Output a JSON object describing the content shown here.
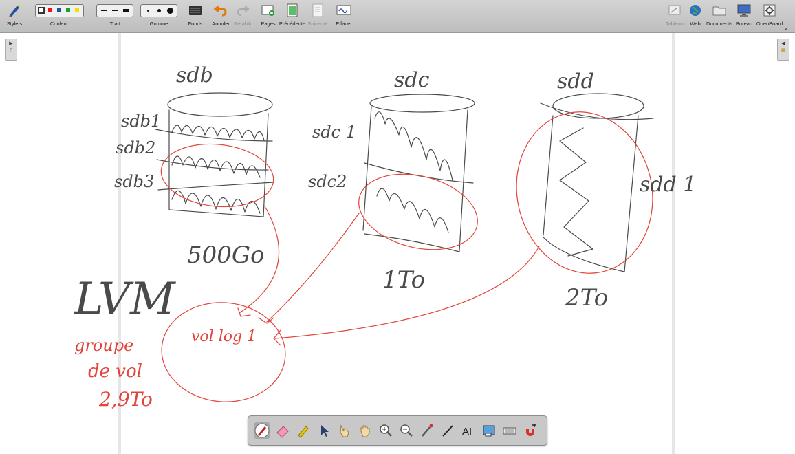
{
  "toolbar": {
    "left": [
      {
        "label": "Stylets",
        "icon": "pen-icon"
      },
      {
        "label": "Couleur",
        "icon": "color-palette"
      },
      {
        "label": "Trait",
        "icon": "line-width-palette"
      },
      {
        "label": "Gomme",
        "icon": "eraser-size-palette"
      },
      {
        "label": "Fonds",
        "icon": "background-icon"
      },
      {
        "label": "Annuler",
        "icon": "undo-icon"
      },
      {
        "label": "Rétablir",
        "icon": "redo-icon",
        "disabled": true
      },
      {
        "label": "Pages",
        "icon": "add-page-icon"
      },
      {
        "label": "Précédente",
        "icon": "previous-page-icon"
      },
      {
        "label": "Suivante",
        "icon": "next-page-icon",
        "disabled": true
      },
      {
        "label": "Effacer",
        "icon": "clear-page-icon"
      }
    ],
    "right": [
      {
        "label": "Tableau",
        "icon": "board-icon",
        "disabled": true
      },
      {
        "label": "Web",
        "icon": "globe-icon"
      },
      {
        "label": "Documents",
        "icon": "folder-icon"
      },
      {
        "label": "Bureau",
        "icon": "desktop-icon"
      },
      {
        "label": "OpenBoard",
        "icon": "gear-icon"
      }
    ],
    "colors": [
      "#000000",
      "#e8141b",
      "#1b55a8",
      "#17a32b",
      "#f6e000"
    ],
    "selected_color_index": 0
  },
  "board": {
    "labels": {
      "sdb": "sdb",
      "sdc": "sdc",
      "sdd": "sdd",
      "sdb1": "sdb1",
      "sdb2": "sdb2",
      "sdb3": "sdb3",
      "sdc1": "sdc 1",
      "sdc2": "sdc2",
      "sdd1": "sdd 1",
      "size_sdb": "500Go",
      "size_sdc": "1To",
      "size_sdd": "2To",
      "lvm": "LVM",
      "vg_name": "vol log 1",
      "vg_title_line1": "groupe",
      "vg_title_line2": "de vol",
      "vg_size": "2,9To"
    },
    "ink_colors": {
      "black": "#4a4a4a",
      "red": "#e0453c"
    }
  },
  "bottom_tools": [
    {
      "name": "pen-tool",
      "active": true
    },
    {
      "name": "eraser-tool"
    },
    {
      "name": "highlighter-tool"
    },
    {
      "name": "selector-tool"
    },
    {
      "name": "interact-tool"
    },
    {
      "name": "hand-tool"
    },
    {
      "name": "zoom-in-tool"
    },
    {
      "name": "zoom-out-tool"
    },
    {
      "name": "laser-pointer-tool"
    },
    {
      "name": "line-tool"
    },
    {
      "name": "text-tool"
    },
    {
      "name": "capture-tool"
    },
    {
      "name": "virtual-keyboard-tool"
    },
    {
      "name": "magnet-tool"
    }
  ]
}
